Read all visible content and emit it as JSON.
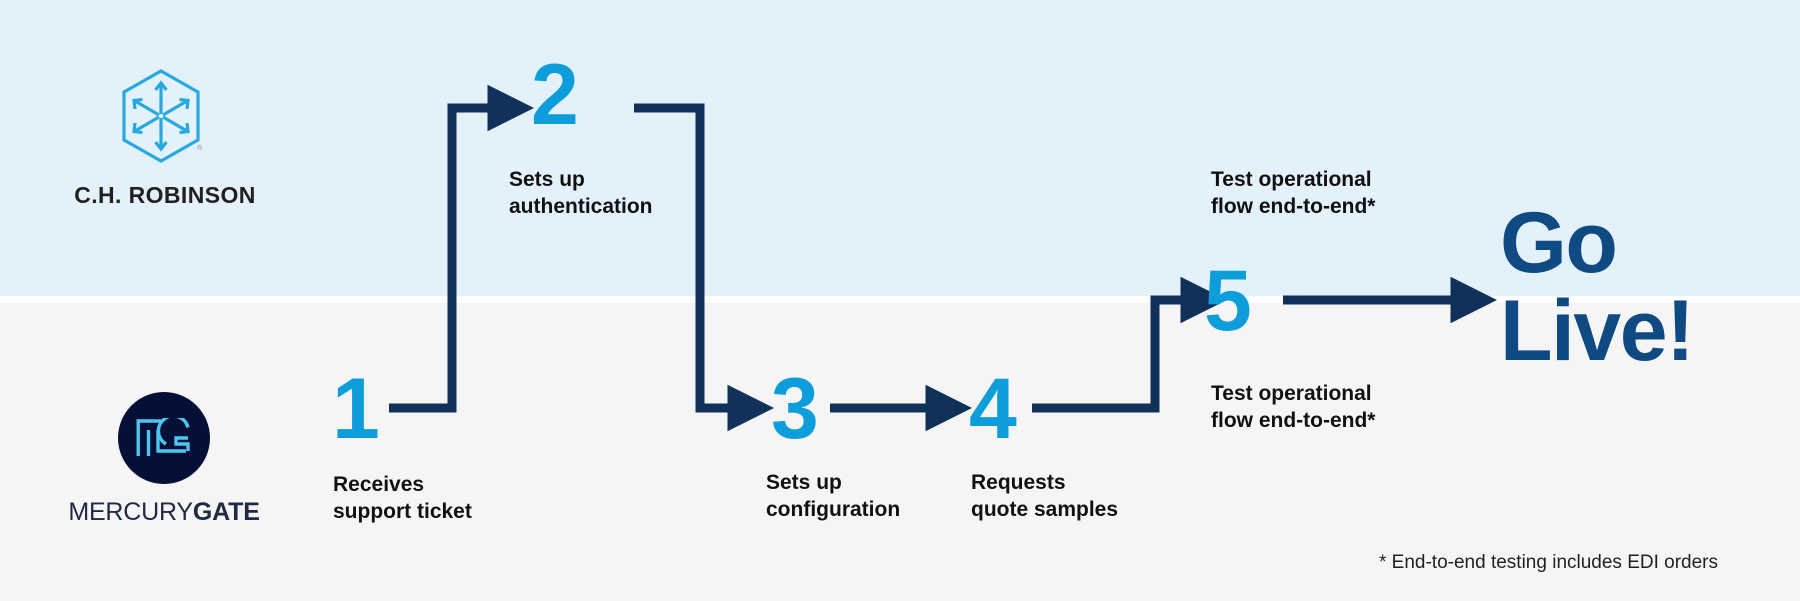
{
  "theme": {
    "band_top_color": "#e2f1fa",
    "band_bottom_color": "#f5f5f5",
    "divider_color": "#ffffff",
    "accent_light_blue": "#0d9ddb",
    "accent_dark_navy": "#103258",
    "go_live_blue": "#104a82",
    "mercurygate_navy": "#041035",
    "text_color": "#111111"
  },
  "logos": {
    "chrobinson": {
      "icon_name": "ch-robinson-hexagon-arrows-icon",
      "wordmark": "C.H. ROBINSON",
      "registered_mark": "®"
    },
    "mercurygate": {
      "icon_name": "mercurygate-mg-monogram-icon",
      "wordmark_light": "MERCURY",
      "wordmark_bold": "GATE"
    }
  },
  "steps": [
    {
      "number": "1",
      "label": "Receives\nsupport ticket",
      "lane": "bottom",
      "owner": "mercurygate"
    },
    {
      "number": "2",
      "label": "Sets up\nauthentication",
      "lane": "top",
      "owner": "chrobinson"
    },
    {
      "number": "3",
      "label": "Sets up\nconfiguration",
      "lane": "bottom",
      "owner": "mercurygate"
    },
    {
      "number": "4",
      "label": "Requests\nquote samples",
      "lane": "bottom",
      "owner": "mercurygate"
    },
    {
      "number": "5",
      "label_top": "Test operational\nflow end-to-end*",
      "label_bottom": "Test operational\nflow end-to-end*",
      "lane": "both",
      "owner": "both"
    }
  ],
  "outcome": {
    "text": "Go\nLive!"
  },
  "footnote": {
    "text": "* End-to-end testing includes EDI orders"
  },
  "connectors": [
    {
      "name": "step1-to-step2",
      "path": "from step 1 right, up across lane divider, right arrow into step 2"
    },
    {
      "name": "step2-to-step3",
      "path": "from step 2 right, down across lane divider, right arrow into step 3"
    },
    {
      "name": "step3-to-step4",
      "path": "straight right arrow"
    },
    {
      "name": "step4-to-step5",
      "path": "from step 4 right, up across lane divider, right arrow into step 5"
    },
    {
      "name": "step5-to-go-live",
      "path": "straight right arrow"
    }
  ]
}
